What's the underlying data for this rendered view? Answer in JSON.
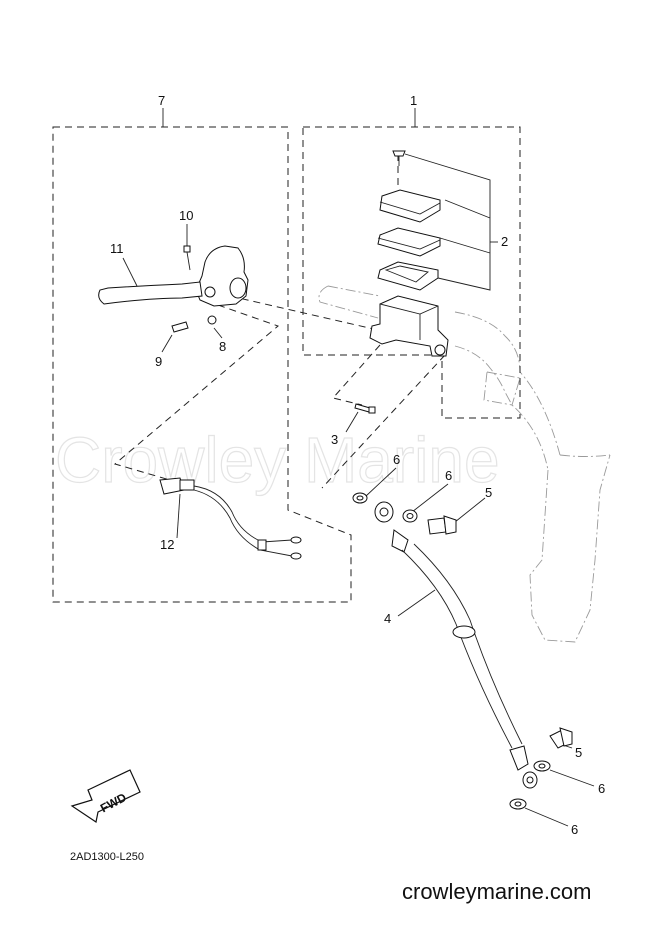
{
  "callouts": {
    "c1": "1",
    "c2": "2",
    "c3": "3",
    "c4": "4",
    "c5a": "5",
    "c5b": "5",
    "c6a": "6",
    "c6b": "6",
    "c6c": "6",
    "c6d": "6",
    "c7": "7",
    "c8": "8",
    "c9": "9",
    "c10": "10",
    "c11": "11",
    "c12": "12"
  },
  "direction_label": "FWD",
  "part_code": "2AD1300-L250",
  "watermark": "Crowley Marine",
  "site": "crowleymarine.com"
}
